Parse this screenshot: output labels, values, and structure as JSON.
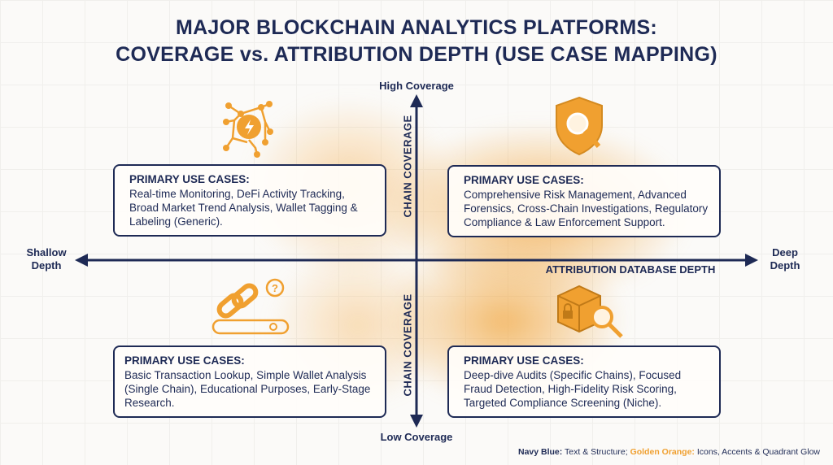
{
  "title": {
    "line1": "MAJOR BLOCKCHAIN ANALYTICS PLATFORMS:",
    "line2": "COVERAGE vs. ATTRIBUTION DEPTH (USE CASE MAPPING)"
  },
  "axes": {
    "top": "High Coverage",
    "bottom": "Low Coverage",
    "left": "Shallow Depth",
    "right": "Deep Depth",
    "y_title_upper": "CHAIN COVERAGE",
    "y_title_lower": "CHAIN COVERAGE",
    "x_title": "ATTRIBUTION DATABASE DEPTH"
  },
  "quadrants": {
    "top_left": {
      "heading": "PRIMARY USE CASES:",
      "text": "Real-time Monitoring, DeFi Activity Tracking, Broad Market Trend Analysis, Wallet Tagging & Labeling (Generic).",
      "icon": "network-lightning-icon"
    },
    "top_right": {
      "heading": "PRIMARY USE CASES:",
      "text": "Comprehensive Risk Management, Advanced Forensics, Cross-Chain Investigations, Regulatory Compliance & Law Enforcement Support.",
      "icon": "shield-magnifier-icon"
    },
    "bottom_left": {
      "heading": "PRIMARY USE CASES:",
      "text": "Basic Transaction Lookup, Simple Wallet Analysis (Single Chain), Educational Purposes, Early-Stage Research.",
      "icon": "chain-link-search-icon"
    },
    "bottom_right": {
      "heading": "PRIMARY USE CASES:",
      "text": "Deep-dive Audits (Specific Chains), Focused Fraud Detection, High-Fidelity Risk Scoring, Targeted Compliance Screening (Niche).",
      "icon": "locked-cube-magnifier-icon"
    }
  },
  "legend": {
    "navy_label": "Navy Blue:",
    "navy_text": "Text & Structure;",
    "orange_label": "Golden Orange:",
    "orange_text": "Icons, Accents & Quadrant Glow"
  },
  "colors": {
    "navy": "#1e2a55",
    "orange": "#f0a030"
  }
}
